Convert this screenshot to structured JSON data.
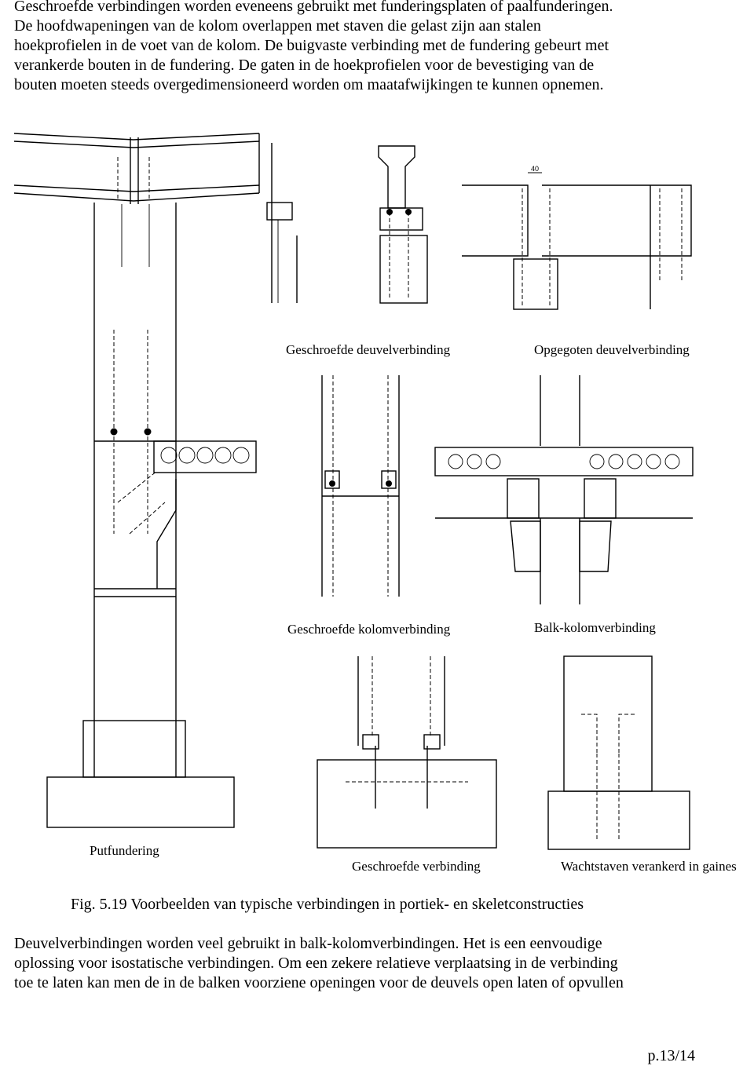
{
  "intro": [
    "Geschroefde verbindingen worden eveneens gebruikt met funderingsplaten of paalfunderingen.",
    "De hoofdwapeningen van de kolom overlappen met staven die gelast zijn aan stalen",
    "hoekprofielen in de voet van de kolom. De buigvaste verbinding met de fundering gebeurt met",
    "verankerde bouten in de fundering. De gaten in de hoekprofielen voor de bevestiging van de",
    "bouten moeten steeds overgedimensioneerd worden om maatafwijkingen te kunnen opnemen."
  ],
  "figure": {
    "dimension_label": "40",
    "captions": {
      "geschroefde_deuvel": "Geschroefde deuvelverbinding",
      "opgegoten_deuvel": "Opgegoten deuvelverbinding",
      "geschroefde_kolom": "Geschroefde kolomverbinding",
      "balk_kolom": "Balk-kolomverbinding",
      "putfundering": "Putfundering",
      "geschroefde_verbinding": "Geschroefde verbinding",
      "wachtstaven": "Wachtstaven verankerd in gaines"
    },
    "caption": "Fig. 5.19 Voorbeelden van typische verbindingen in portiek- en skeletconstructies"
  },
  "outro": [
    "Deuvelverbindingen worden veel gebruikt in balk-kolomverbindingen. Het is een eenvoudige",
    "oplossing voor isostatische verbindingen. Om een zekere relatieve verplaatsing in de verbinding",
    "toe te laten kan men de in de balken voorziene openingen voor de deuvels open laten of opvullen"
  ],
  "page_number": "p.13/14"
}
